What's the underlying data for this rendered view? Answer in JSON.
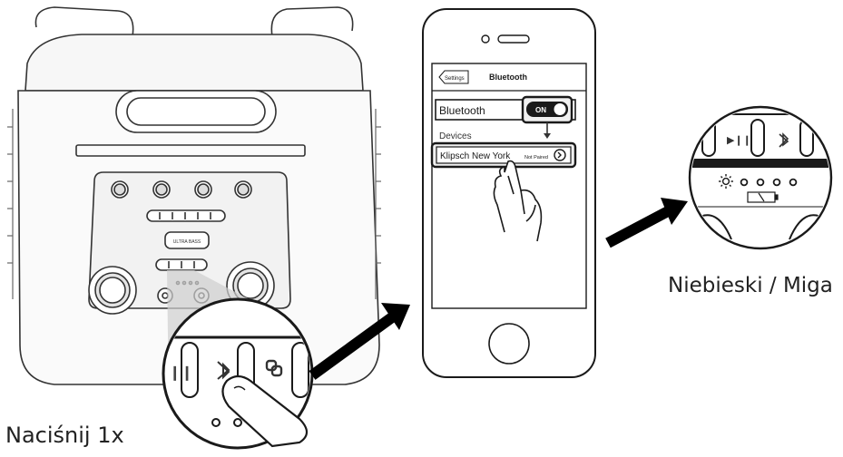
{
  "captions": {
    "press_instruction": "Naciśnij 1x",
    "led_status": "Niebieski / Miga"
  },
  "phone": {
    "nav_back_label": "Settings",
    "nav_title": "Bluetooth",
    "bluetooth_label": "Bluetooth",
    "toggle_state": "ON",
    "devices_header": "Devices",
    "device_name": "Klipsch New York",
    "device_status": "Not Paired"
  },
  "speaker": {
    "ultra_bass_label": "ULTRA BASS"
  },
  "icons": [
    "play-pause-icon",
    "bluetooth-icon",
    "link-icon",
    "sun-icon",
    "battery-icon",
    "chevron-right-icon",
    "pointing-hand-icon",
    "arrow-icon"
  ],
  "colors": {
    "line": "#1a1a1a",
    "arrow": "#000000",
    "panel": "#f2f2f2"
  }
}
